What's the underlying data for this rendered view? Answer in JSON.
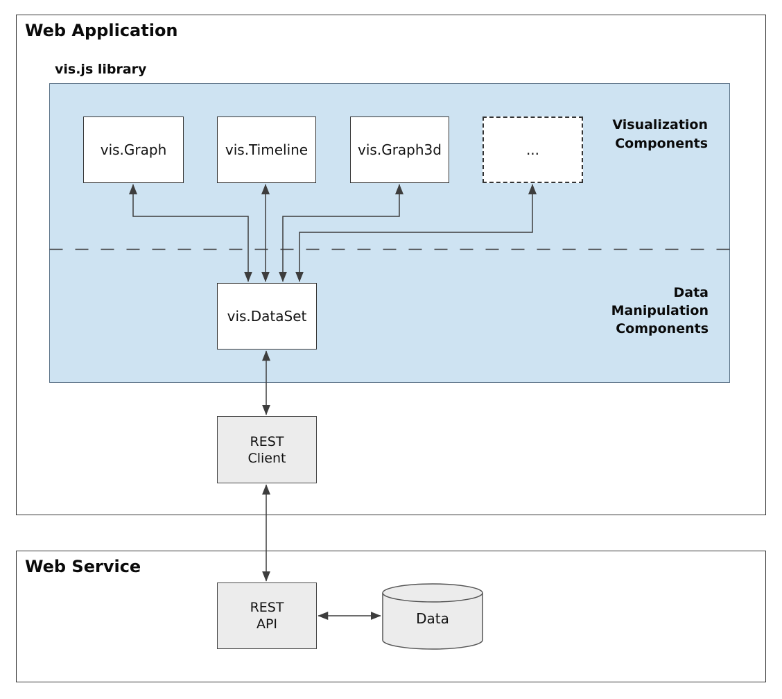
{
  "colors": {
    "panel_blue": "#cee3f2",
    "node_gray": "#ececec",
    "edge": "#3d3d3d"
  },
  "web_application": {
    "title": "Web Application",
    "library_label": "vis.js library"
  },
  "library_panel": {
    "visualization_section_label": "Visualization\nComponents",
    "manipulation_section_label": "Data\nManipulation\nComponents"
  },
  "nodes": {
    "graph": {
      "label": "vis.Graph"
    },
    "timeline": {
      "label": "vis.Timeline"
    },
    "graph3d": {
      "label": "vis.Graph3d"
    },
    "more": {
      "label": "..."
    },
    "dataset": {
      "label": "vis.DataSet"
    },
    "rest_client": {
      "label": "REST\nClient"
    },
    "rest_api": {
      "label": "REST\nAPI"
    },
    "data_store": {
      "label": "Data"
    }
  },
  "web_service": {
    "title": "Web Service"
  }
}
